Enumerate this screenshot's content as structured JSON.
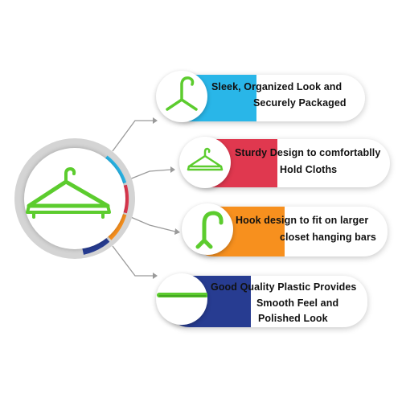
{
  "features": [
    {
      "line1": "Sleek, Organized Look and",
      "line2": "Securely Packaged",
      "color": "#29b6e8",
      "icon": "hanger-top-icon"
    },
    {
      "line1": "Sturdy Design to comfortablly",
      "line2": "Hold Cloths",
      "color": "#e0384f",
      "icon": "hanger-icon"
    },
    {
      "line1": "Hook design to fit on larger",
      "line2": "closet hanging bars",
      "color": "#f7901e",
      "icon": "hook-icon"
    },
    {
      "line1": "Good Quality Plastic Provides",
      "line2": "Smooth Feel and",
      "line3": "Polished Look",
      "color": "#273c91",
      "icon": "bar-icon"
    }
  ],
  "colors": {
    "hanger_green": "#5ccc2e",
    "ring_gray": "#d4d4d4",
    "connector_gray": "#9a9a9a"
  }
}
